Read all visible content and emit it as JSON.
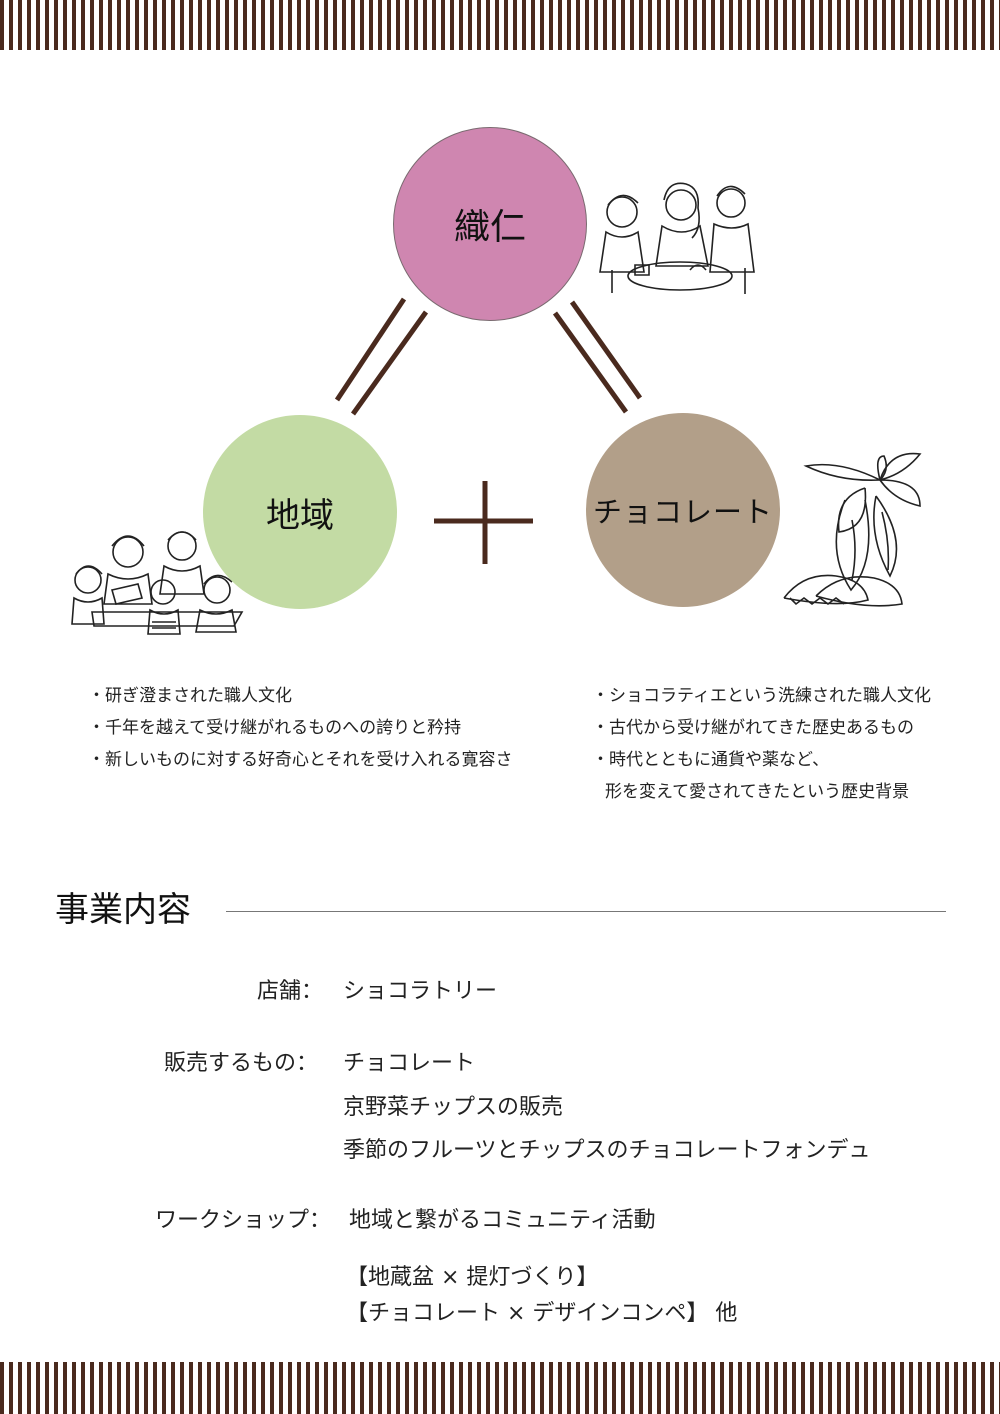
{
  "diagram": {
    "top_node": "織仁",
    "left_node": "地域",
    "right_node": "チョコレート",
    "colors": {
      "top_node": "#cf86b0",
      "left_node": "#c3dba4",
      "right_node": "#b29f89",
      "connector": "#4a2a1e",
      "stripe": "#4a2a1e"
    }
  },
  "left_bullets": [
    "・研ぎ澄まされた職人文化",
    "・千年を越えて受け継がれるものへの誇りと矜持",
    "・新しいものに対する好奇心とそれを受け入れる寛容さ"
  ],
  "right_bullets": [
    "・ショコラティエという洗練された職人文化",
    "・古代から受け継がれてきた歴史あるもの",
    "・時代とともに通貨や薬など、",
    "形を変えて愛されてきたという歴史背景"
  ],
  "section": {
    "title": "事業内容"
  },
  "business": {
    "store_label": "店舗：",
    "store_value": "ショコラトリー",
    "sales_label": "販売するもの：",
    "sales_items": [
      "チョコレート",
      "京野菜チップスの販売",
      "季節のフルーツとチップスのチョコレートフォンデュ"
    ],
    "workshop_label": "ワークショップ：",
    "workshop_value": "地域と繋がるコミュニティ活動",
    "workshop_items": [
      "【地蔵盆 × 提灯づくり】",
      "【チョコレート × デザインコンペ】 他"
    ]
  }
}
